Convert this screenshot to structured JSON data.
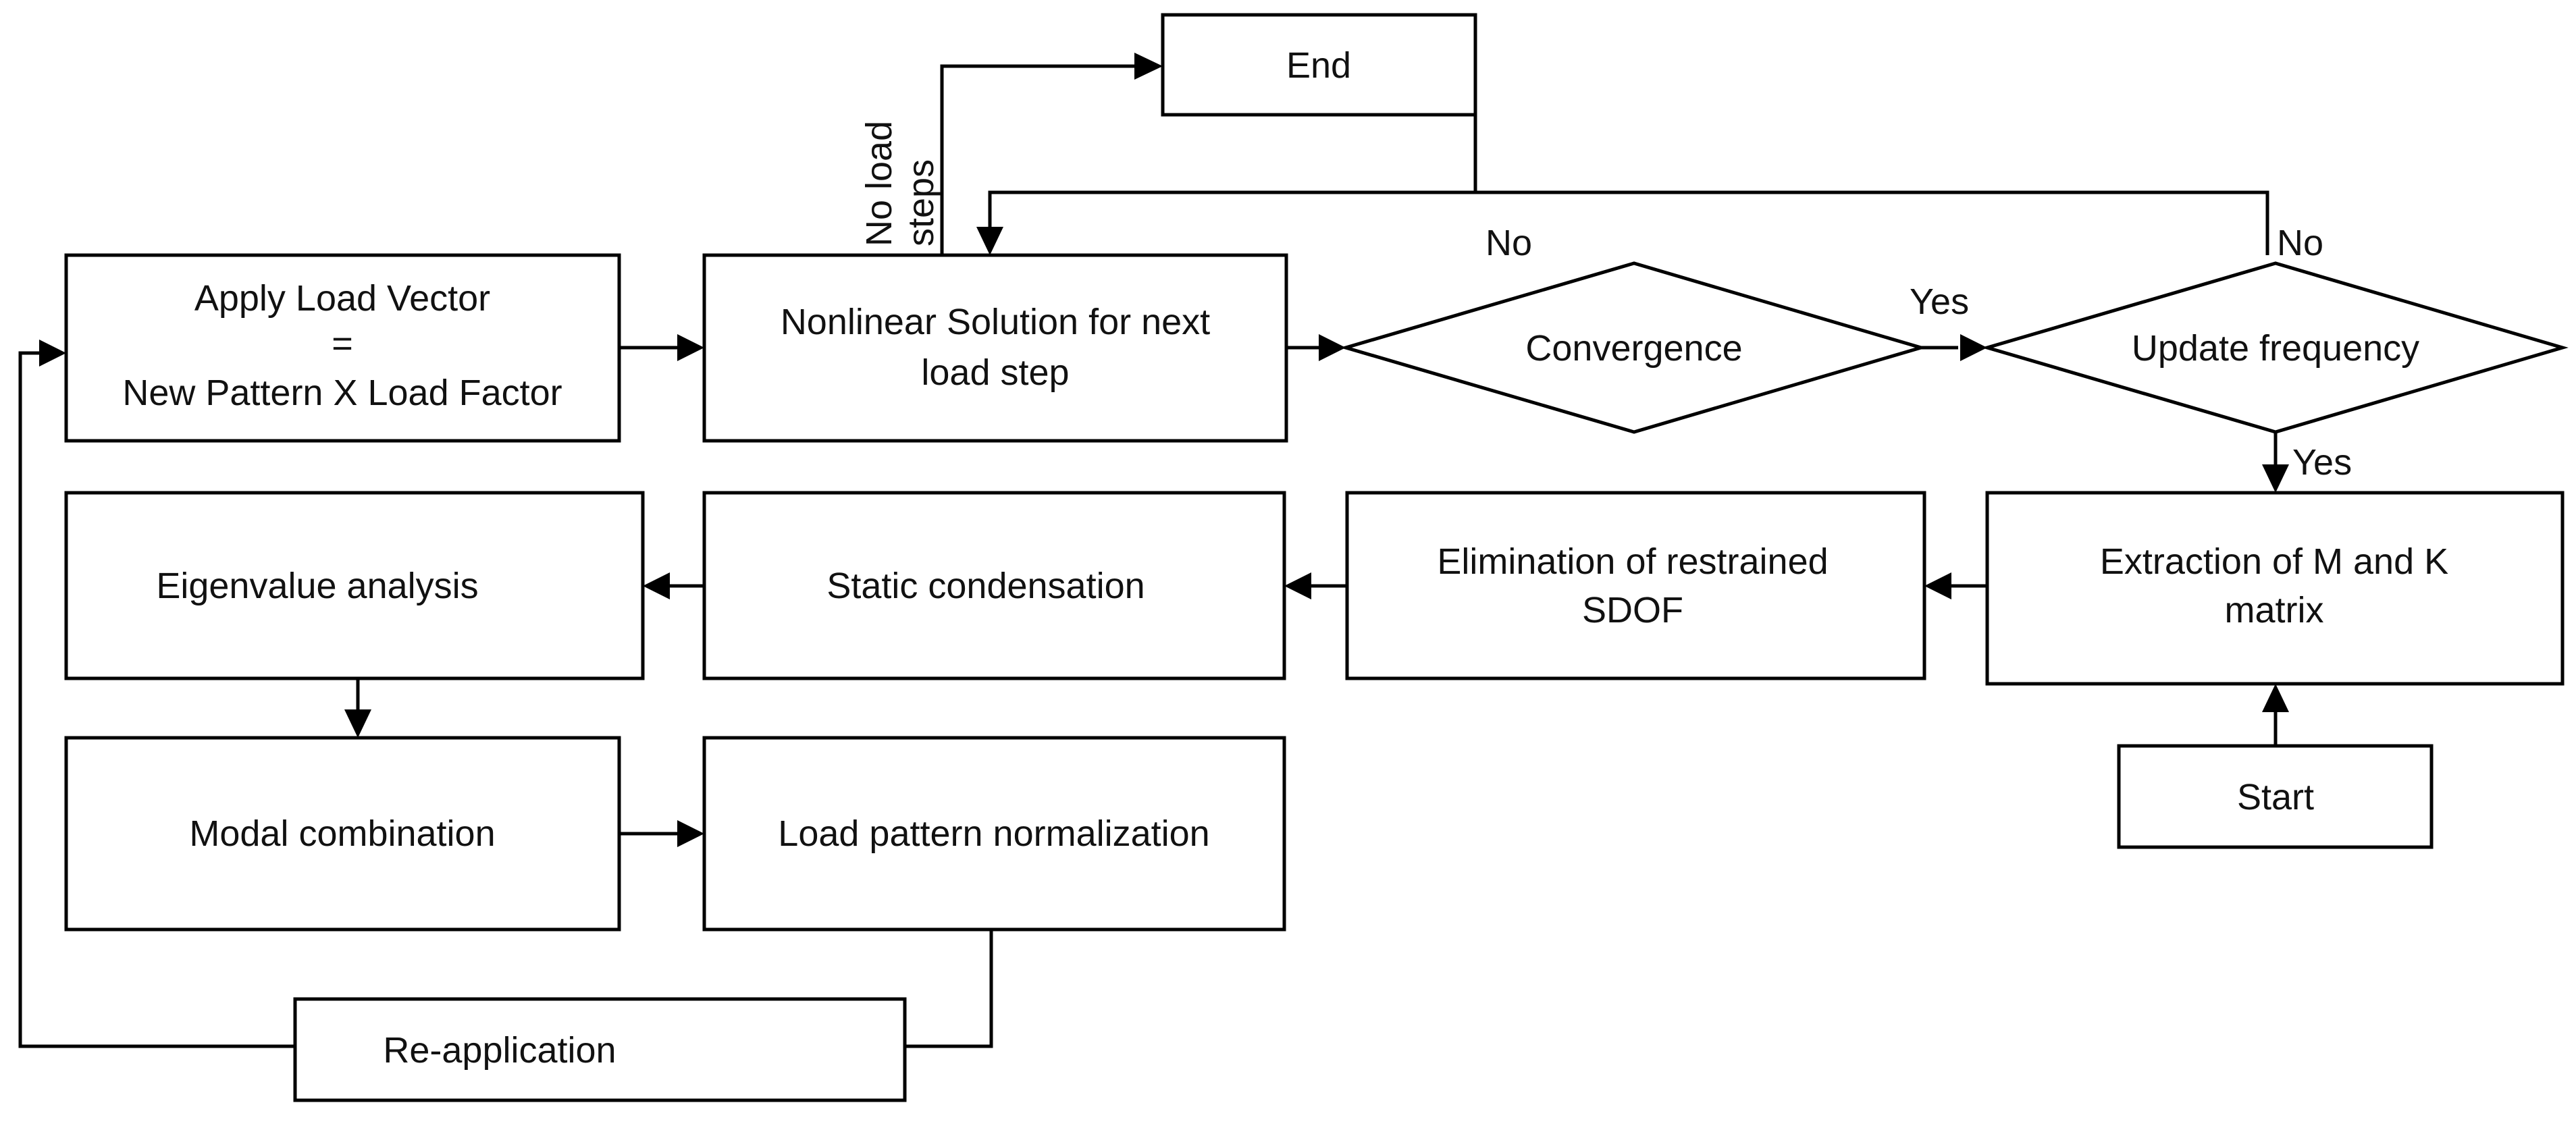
{
  "nodes": {
    "end": "End",
    "apply_line1": "Apply Load Vector",
    "apply_line2": "=",
    "apply_line3": "New Pattern X Load Factor",
    "nonlinear_line1": "Nonlinear Solution for next",
    "nonlinear_line2": "load step",
    "convergence": "Convergence",
    "update_frequency": "Update frequency",
    "eigenvalue": "Eigenvalue analysis",
    "static_condensation": "Static condensation",
    "elimination_line1": "Elimination of restrained",
    "elimination_line2": "SDOF",
    "extraction_line1": "Extraction of M and K",
    "extraction_line2": "matrix",
    "start": "Start",
    "modal": "Modal combination",
    "load_pattern": "Load pattern normalization",
    "reapplication": "Re-application"
  },
  "edge_labels": {
    "no_load_steps_line1": "No load",
    "no_load_steps_line2": "steps",
    "convergence_no": "No",
    "convergence_yes": "Yes",
    "update_no": "No",
    "update_yes": "Yes"
  }
}
